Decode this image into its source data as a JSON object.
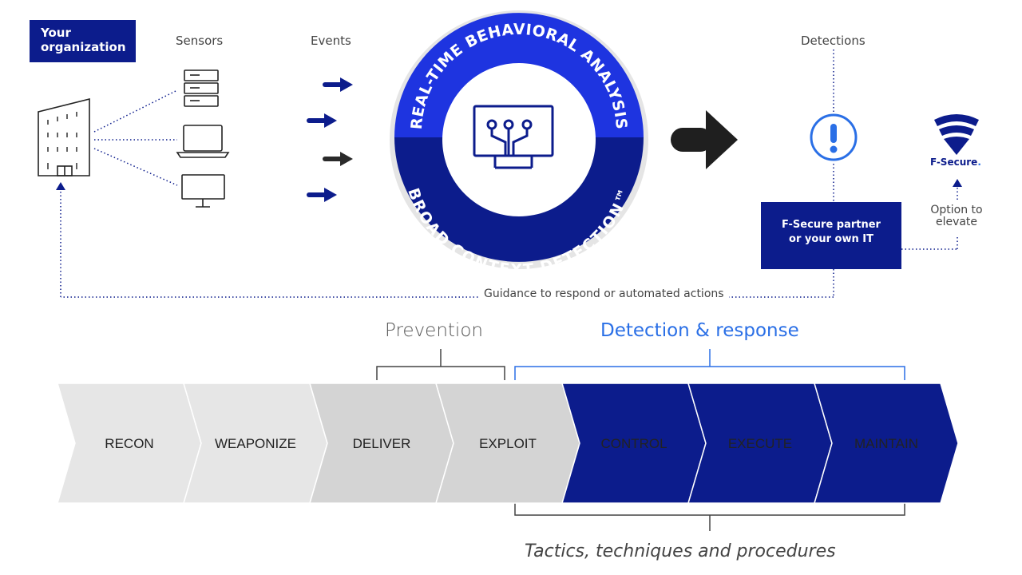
{
  "organization": {
    "label_line1": "Your",
    "label_line2": "organization"
  },
  "headers": {
    "sensors": "Sensors",
    "events": "Events",
    "detections": "Detections"
  },
  "circle": {
    "top_text": "REAL-TIME BEHAVIORAL ANALYSIS",
    "bottom_text": "BROAD CONTEXT DETECTION™"
  },
  "partner": {
    "line1": "F-Secure partner",
    "line2": "or your own IT"
  },
  "brand": {
    "name": "F-Secure",
    "dot": "."
  },
  "elevate": {
    "line1": "Option to",
    "line2": "elevate"
  },
  "guidance": "Guidance to respond or automated actions",
  "bracket_labels": {
    "prevention": "Prevention",
    "detection": "Detection & response",
    "ttp": "Tactics, techniques and procedures"
  },
  "stages": [
    {
      "label": "RECON",
      "group": "gray-light"
    },
    {
      "label": "WEAPONIZE",
      "group": "gray-light"
    },
    {
      "label": "DELIVER",
      "group": "gray"
    },
    {
      "label": "EXPLOIT",
      "group": "gray"
    },
    {
      "label": "CONTROL",
      "group": "blue"
    },
    {
      "label": "EXECUTE",
      "group": "blue"
    },
    {
      "label": "MAINTAIN",
      "group": "blue"
    }
  ],
  "colors": {
    "navy": "#0c1c8c",
    "accent_blue": "#2a6fe6",
    "gray_light": "#e6e6e6",
    "gray": "#d4d4d4",
    "arrow_dark": "#2a2a2a"
  }
}
